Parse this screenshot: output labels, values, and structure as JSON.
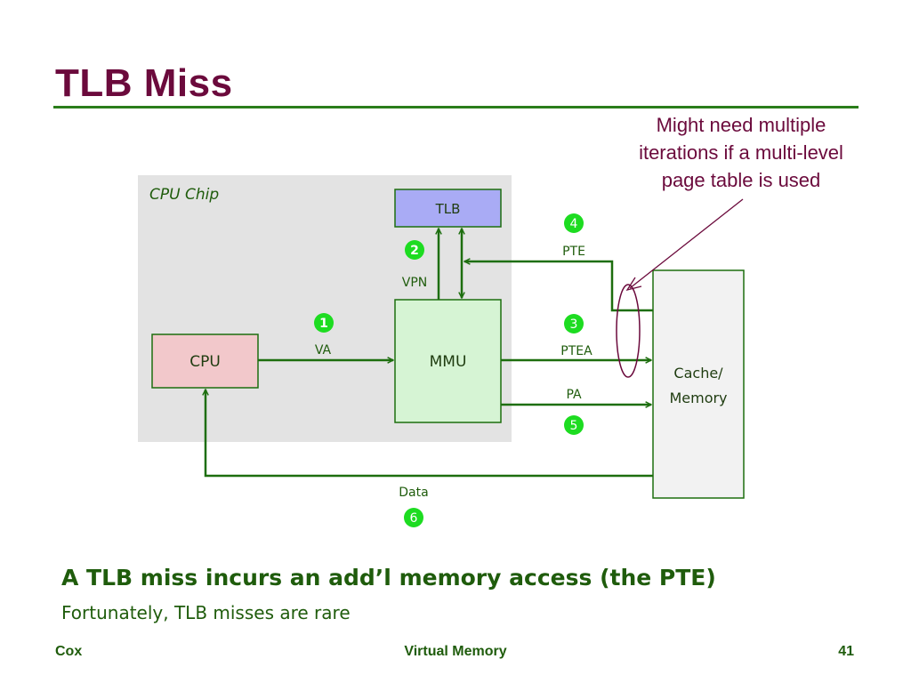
{
  "slide": {
    "title": "TLB Miss",
    "callout_lines": [
      "Might need multiple",
      "iterations if a multi-level",
      "page table is used"
    ],
    "bullet_main": "A TLB miss incurs an add’l memory access (the PTE)",
    "bullet_sub": "Fortunately, TLB misses are rare"
  },
  "footer": {
    "author": "Cox",
    "topic": "Virtual Memory",
    "page": "41"
  },
  "diagram": {
    "chip_label": "CPU Chip",
    "cpu_label": "CPU",
    "tlb_label": "TLB",
    "mmu_label": "MMU",
    "memory_label_lines": [
      "Cache/",
      "Memory"
    ],
    "edges": {
      "va": "VA",
      "vpn": "VPN",
      "pte": "PTE",
      "ptea": "PTEA",
      "pa": "PA",
      "data": "Data"
    },
    "steps": [
      "1",
      "2",
      "3",
      "4",
      "5",
      "6"
    ],
    "colors": {
      "chip_bg": "#e3e3e3",
      "cpu_fill": "#f2c8cb",
      "tlb_fill": "#a9abf5",
      "mmu_fill": "#d6f4d4",
      "memory_fill": "#f2f2f2",
      "arrow": "#1d6e0e",
      "step_badge": "#1ddc21",
      "callout": "#6b0a3c"
    }
  }
}
